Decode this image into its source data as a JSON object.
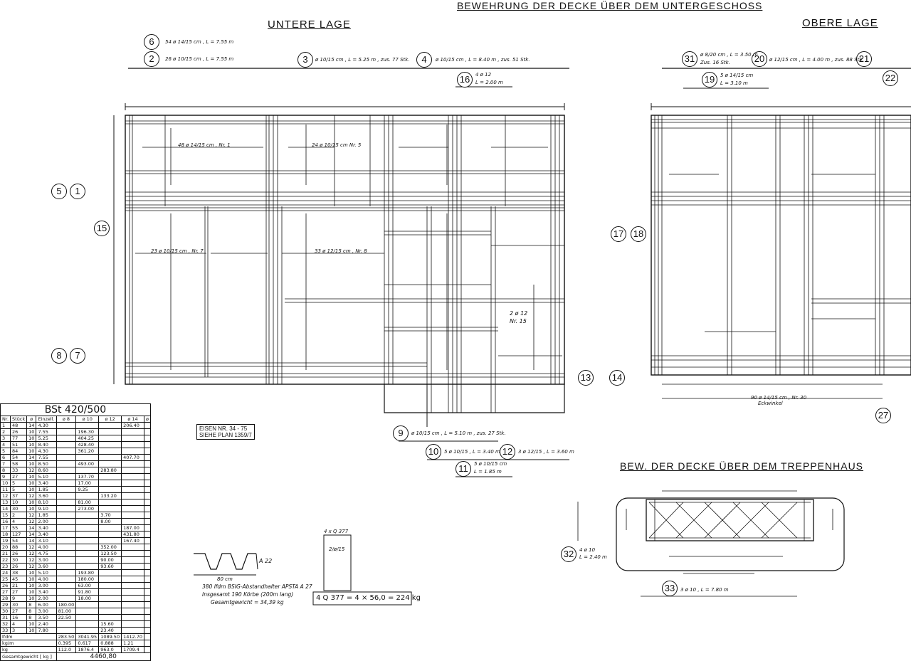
{
  "titles": {
    "main": "BEWEHRUNG DER DECKE ÜBER DEM UNTERGESCHOSS",
    "lower": "UNTERE LAGE",
    "upper": "OBERE LAGE",
    "stair": "BEW. DER DECKE ÜBER DEM TREPPENHAUS"
  },
  "positions": {
    "p1": "1",
    "p2": "2",
    "p3": "3",
    "p4": "4",
    "p5": "5",
    "p6": "6",
    "p7": "7",
    "p8": "8",
    "p9": "9",
    "p10": "10",
    "p11": "11",
    "p12": "12",
    "p13": "13",
    "p14": "14",
    "p15": "15",
    "p16": "16",
    "p17": "17",
    "p18": "18",
    "p19": "19",
    "p20": "20",
    "p21": "21",
    "p22": "22",
    "p27": "27",
    "p31": "31",
    "p32": "32",
    "p33": "33"
  },
  "notes": {
    "n6": "54 ø 14/15 cm , L = 7.55 m",
    "n2": "26 ø 10/15 cm , L = 7.55 m",
    "n3": "ø 10/15 cm , L = 5.25 m , zus. 77 Stk.",
    "n4": "ø 10/15 cm , L = 8.40 m , zus. 51 Stk.",
    "n16a": "4 ø 12",
    "n16b": "L = 2.00 m",
    "n9": "ø 10/15 cm , L = 5.10 m , zus. 27 Stk.",
    "n10": "5 ø 10/15 , L = 3.40 m",
    "n12": "3 ø 12/15 , L = 3.60 m",
    "n11a": "5 ø 10/15 cm",
    "n11b": "L = 1.85 m",
    "n31": "ø 8/20 cm , L = 3.50 m",
    "n31b": "Zus. 16 Stk.",
    "n20": "ø 12/15 cm , L = 4.00 m , zus. 88 Stk.",
    "n19a": "5 ø 14/15 cm",
    "n19b": "L = 3.10 m",
    "n32a": "4 ø 10",
    "n32b": "L = 2.40 m",
    "n33": "3 ø 10 , L = 7.80 m",
    "bar1": "48 ø 14/15 cm , Nr. 1",
    "bar5": "24 ø 10/15 cm Nr. 5",
    "bar7": "23 ø 10/15 cm , Nr. 7",
    "bar8": "33 ø 12/15 cm , Nr. 8",
    "bar15a": "2 ø 12",
    "bar15b": "Nr. 15",
    "bar30": "90 ø 14/15 cm , Nr. 30",
    "bar30b": "Eckwinkel"
  },
  "eisen_box": {
    "line1": "EISEN NR. 34 - 75",
    "line2": "SIEHE PLAN 1359/7"
  },
  "mat": {
    "title": "4 x Q 377",
    "count": "2/ø/15",
    "formula": "4 Q 377 = 4 × 56,0 = 224 kg"
  },
  "spacer": {
    "width": "80 cm",
    "height": "A 22",
    "line1": "380 lfdm BSIG-Abstandhalter APSTA A 27",
    "line2": "Insgesamt 190 Körbe (200m lang)",
    "line3": "Gesamtgewicht = 34,39 kg"
  },
  "table": {
    "heading": "BSt 420/500",
    "columns": [
      "Nr.",
      "Stück",
      "ø",
      "Einzell.",
      "ø 8",
      "ø 10",
      "ø 12",
      "ø 14",
      "ø"
    ],
    "rows": [
      [
        "1",
        "48",
        "14",
        "4.30",
        "",
        "",
        "",
        "206.40",
        ""
      ],
      [
        "2",
        "26",
        "10",
        "7.55",
        "",
        "196.30",
        "",
        "",
        ""
      ],
      [
        "3",
        "77",
        "10",
        "5.25",
        "",
        "404.25",
        "",
        "",
        ""
      ],
      [
        "4",
        "51",
        "10",
        "8.40",
        "",
        "428.40",
        "",
        "",
        ""
      ],
      [
        "5",
        "84",
        "10",
        "4.30",
        "",
        "361.20",
        "",
        "",
        ""
      ],
      [
        "6",
        "54",
        "14",
        "7.55",
        "",
        "",
        "",
        "407.70",
        ""
      ],
      [
        "7",
        "58",
        "10",
        "8.50",
        "",
        "493.00",
        "",
        "",
        ""
      ],
      [
        "8",
        "33",
        "12",
        "8.60",
        "",
        "",
        "283.80",
        "",
        ""
      ],
      [
        "9",
        "27",
        "10",
        "5.10",
        "",
        "137.70",
        "",
        "",
        ""
      ],
      [
        "10",
        "5",
        "10",
        "3.40",
        "",
        "17.00",
        "",
        "",
        ""
      ],
      [
        "11",
        "5",
        "10",
        "1.85",
        "",
        "9.25",
        "",
        "",
        ""
      ],
      [
        "12",
        "37",
        "12",
        "3.60",
        "",
        "",
        "133.20",
        "",
        ""
      ],
      [
        "13",
        "10",
        "10",
        "8.10",
        "",
        "81.00",
        "",
        "",
        ""
      ],
      [
        "14",
        "30",
        "10",
        "9.10",
        "",
        "273.00",
        "",
        "",
        ""
      ],
      [
        "15",
        "2",
        "12",
        "1.85",
        "",
        "",
        "3.70",
        "",
        ""
      ],
      [
        "16",
        "4",
        "12",
        "2.00",
        "",
        "",
        "8.00",
        "",
        ""
      ],
      [
        "17",
        "55",
        "14",
        "3.40",
        "",
        "",
        "",
        "187.00",
        ""
      ],
      [
        "18",
        "127",
        "14",
        "3.40",
        "",
        "",
        "",
        "431.80",
        ""
      ],
      [
        "19",
        "54",
        "14",
        "3.10",
        "",
        "",
        "",
        "167.40",
        ""
      ],
      [
        "20",
        "88",
        "12",
        "4.00",
        "",
        "",
        "352.00",
        "",
        ""
      ],
      [
        "21",
        "26",
        "12",
        "4.75",
        "",
        "",
        "123.50",
        "",
        ""
      ],
      [
        "22",
        "30",
        "12",
        "3.00",
        "",
        "",
        "90.00",
        "",
        ""
      ],
      [
        "23",
        "26",
        "12",
        "3.60",
        "",
        "",
        "93.60",
        "",
        ""
      ],
      [
        "24",
        "38",
        "10",
        "5.10",
        "",
        "193.80",
        "",
        "",
        ""
      ],
      [
        "25",
        "45",
        "10",
        "4.00",
        "",
        "180.00",
        "",
        "",
        ""
      ],
      [
        "26",
        "21",
        "10",
        "3.00",
        "",
        "63.00",
        "",
        "",
        ""
      ],
      [
        "27",
        "27",
        "10",
        "3.40",
        "",
        "91.80",
        "",
        "",
        ""
      ],
      [
        "28",
        "9",
        "10",
        "2.00",
        "",
        "18.00",
        "",
        "",
        ""
      ],
      [
        "29",
        "30",
        "8",
        "6.00",
        "180.00",
        "",
        "",
        "",
        ""
      ],
      [
        "30",
        "27",
        "8",
        "3.00",
        "81.00",
        "",
        "",
        "",
        ""
      ],
      [
        "31",
        "16",
        "8",
        "3.50",
        "22.50",
        "",
        "",
        "",
        ""
      ],
      [
        "32",
        "4",
        "10",
        "2.40",
        "",
        "",
        "15.60",
        "",
        ""
      ],
      [
        "33",
        "3",
        "10",
        "7.80",
        "",
        "",
        "23.40",
        "",
        ""
      ]
    ],
    "lfdm_label": "lfdm",
    "lfdm": [
      "283.50",
      "3041.95",
      "1089.50",
      "1412.70"
    ],
    "kgm_label": "kg/m",
    "kgm": [
      "0.395",
      "0.617",
      "0.888",
      "1.21"
    ],
    "kg_label": "kg",
    "kg": [
      "112.0",
      "1876.4",
      "963.0",
      "1709.4"
    ],
    "total_label": "Gesamtgewicht [ kg ]",
    "total": "4460,80"
  }
}
